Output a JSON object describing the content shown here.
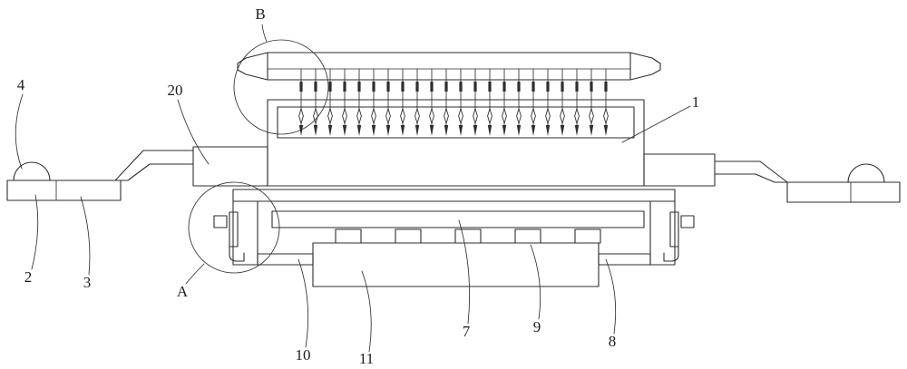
{
  "fig": {
    "colors": {
      "line": "#2e2e2e",
      "background": "#ffffff"
    },
    "labels": {
      "B": "B",
      "A": "A",
      "1": "1",
      "2": "2",
      "3": "3",
      "4": "4",
      "7": "7",
      "8": "8",
      "9": "9",
      "10": "10",
      "11": "11",
      "20": "20"
    }
  }
}
